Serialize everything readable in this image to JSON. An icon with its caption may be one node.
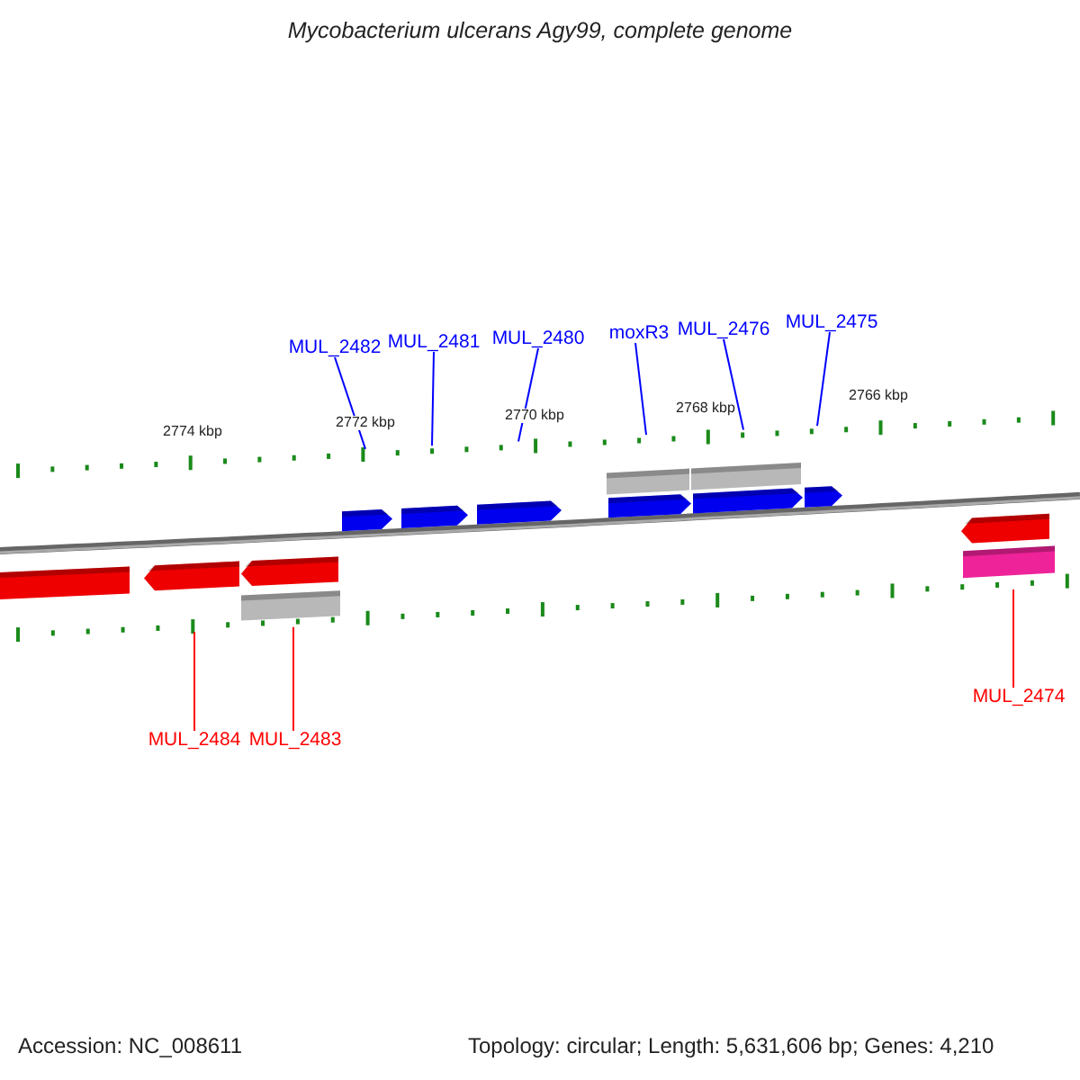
{
  "diagram": {
    "title": "Mycobacterium ulcerans Agy99, complete genome",
    "nodes": [
      {
        "text": [
          "MUL_2482"
        ]
      },
      {
        "text": [
          "MUL_2481"
        ]
      },
      {
        "text": [
          "MUL_2480"
        ]
      },
      {
        "text": [
          "moxR3"
        ]
      },
      {
        "text": [
          "MUL_2476"
        ]
      },
      {
        "text": [
          "MUL_2475"
        ]
      },
      {
        "text": [
          "MUL_2484"
        ]
      },
      {
        "text": [
          "MUL_2483"
        ]
      },
      {
        "text": [
          "MUL_2474"
        ]
      },
      {
        "text": [],
        "shape": "scale"
      },
      {
        "text": [],
        "shape": "scale"
      }
    ],
    "edges": [
      {
        "from": 0,
        "to": 9,
        "arrow": "none"
      },
      {
        "from": 1,
        "to": 9,
        "arrow": "none"
      },
      {
        "from": 2,
        "to": 9,
        "arrow": "none"
      },
      {
        "from": 3,
        "to": 9,
        "arrow": "none"
      },
      {
        "from": 4,
        "to": 9,
        "arrow": "none"
      },
      {
        "from": 5,
        "to": 9,
        "arrow": "none"
      },
      {
        "from": 6,
        "to": 10,
        "arrow": "none",
        "color": "#ff0000"
      },
      {
        "from": 7,
        "to": 10,
        "arrow": "none",
        "color": "#ff0000"
      },
      {
        "from": 8,
        "to": 10,
        "arrow": "none",
        "color": "#ff0000"
      }
    ],
    "labels": [
      "2774 kbp",
      "2772 kbp",
      "2770 kbp",
      "2768 kbp",
      "2766 kbp",
      "Accession: NC_008611",
      "Topology: circular; Length: 5,631,606 bp; Genes: 4,210"
    ]
  }
}
